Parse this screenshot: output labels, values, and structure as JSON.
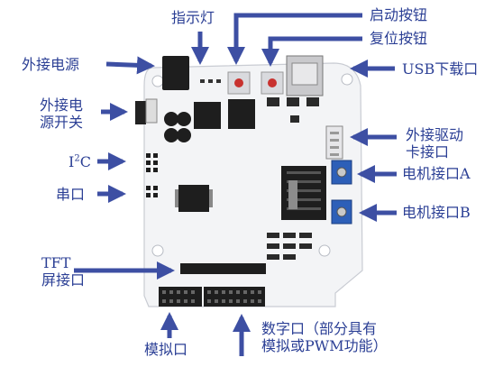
{
  "labels": {
    "indicator_light": "指示灯",
    "start_button": "启动按钮",
    "reset_button": "复位按钮",
    "ext_power": "外接电源",
    "usb_download": "USB下载口",
    "ext_power_switch_line1": "外接电",
    "ext_power_switch_line2": "源开关",
    "ext_driver_line1": "外接驱动",
    "ext_driver_line2": "卡接口",
    "i2c_prefix": "I",
    "i2c_sup": "2",
    "i2c_suffix": "C",
    "motor_a": "电机接口A",
    "serial": "串口",
    "motor_b": "电机接口B",
    "tft_line1": "TFT",
    "tft_line2": "屏接口",
    "analog_port": "模拟口",
    "digital_line1": "数字口（部分具有",
    "digital_line2": "模拟或PWM功能）"
  },
  "colors": {
    "label_text": "#2b3f95",
    "arrow": "#3d4fa3",
    "board": "#f3f4f6",
    "dark_component": "#1e1e1e",
    "connector_blue": "#2d5fb8"
  }
}
